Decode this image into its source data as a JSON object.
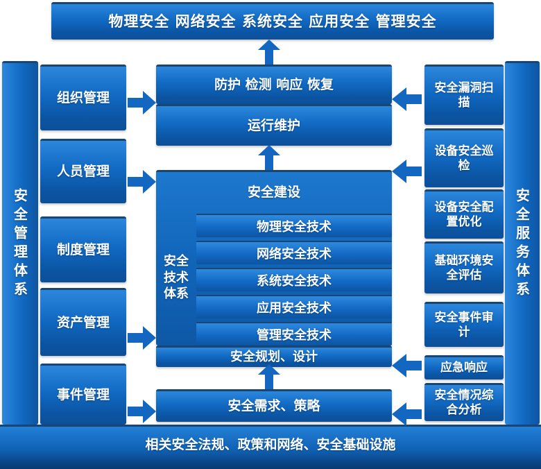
{
  "title_bar": {
    "label": "物理安全 网络安全 系统安全 应用安全 管理安全"
  },
  "sidebars": {
    "left": "安全管理体系",
    "right": "安全服务体系"
  },
  "management_column": {
    "items": [
      {
        "label": "组织管理"
      },
      {
        "label": "人员管理"
      },
      {
        "label": "制度管理"
      },
      {
        "label": "资产管理"
      },
      {
        "label": "事件管理"
      }
    ]
  },
  "service_column": {
    "items": [
      {
        "label": "安全漏洞扫描"
      },
      {
        "label": "设备安全巡检"
      },
      {
        "label": "设备安全配置优化"
      },
      {
        "label": "基础环境安全评估"
      },
      {
        "label": "安全事件审计"
      },
      {
        "label": "应急响应"
      },
      {
        "label": "安全情况综合分析"
      }
    ]
  },
  "center": {
    "pdrr_label": "防护 检测 响应 恢复",
    "operation_label": "运行维护",
    "construction_label": "安全建设",
    "tech_system_label": "安全技术体系",
    "tech_items": [
      {
        "label": "物理安全技术"
      },
      {
        "label": "网络安全技术"
      },
      {
        "label": "系统安全技术"
      },
      {
        "label": "应用安全技术"
      },
      {
        "label": "管理安全技术"
      }
    ],
    "planning_label": "安全规划、设计",
    "requirement_label": "安全需求、策略"
  },
  "foundation_bar": {
    "label": "相关安全法规、政策和网络、安全基础设施"
  },
  "colors": {
    "box_gradient_top": "#2b87dc",
    "box_gradient_bottom": "#0d4f98",
    "dark_edge": "#1a4472",
    "arrow_blue": "#1467c0",
    "text": "#ffffff",
    "background": "#ffffff"
  }
}
